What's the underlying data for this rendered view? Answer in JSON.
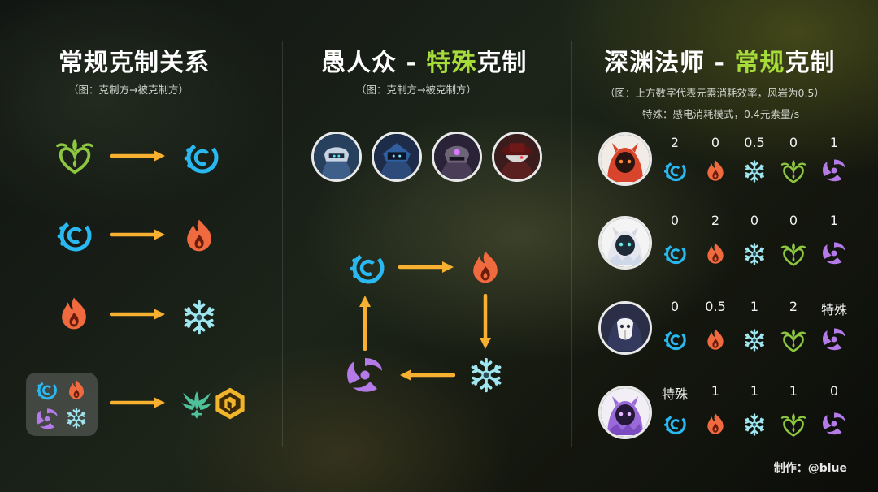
{
  "colors": {
    "accent_green": "#a6dc3a",
    "hydro": "#29b8f0",
    "pyro": "#f06a40",
    "cryo": "#9fe6f0",
    "dendro": "#8dc63f",
    "electro": "#b47be8",
    "anemo": "#4fc19a",
    "geo": "#f0b52a",
    "arrow": "#f8b031"
  },
  "left": {
    "title": "常规克制关系",
    "subtitle": "（图：克制方→被克制方）",
    "rows": [
      {
        "from": [
          "dendro-icon"
        ],
        "to": [
          "hydro-icon"
        ]
      },
      {
        "from": [
          "hydro-icon"
        ],
        "to": [
          "pyro-icon"
        ]
      },
      {
        "from": [
          "pyro-icon"
        ],
        "to": [
          "cryo-icon"
        ]
      },
      {
        "from": [
          "hydro-icon",
          "pyro-icon",
          "electro-icon",
          "cryo-icon"
        ],
        "to": [
          "anemo-icon",
          "geo-icon"
        ]
      }
    ]
  },
  "middle": {
    "title_prefix": "愚人众 - ",
    "title_highlight": "特殊",
    "title_suffix": "克制",
    "subtitle": "（图：克制方→被克制方）",
    "portraits": [
      "hydro-agent-portrait",
      "cryo-agent-portrait",
      "electro-agent-portrait",
      "pyro-agent-portrait"
    ],
    "cycle": [
      "hydro-icon",
      "pyro-icon",
      "cryo-icon",
      "electro-icon"
    ]
  },
  "right": {
    "title_prefix": "深渊法师 - ",
    "title_highlight": "常规",
    "title_suffix": "克制",
    "subtitle_1": "（图：上方数字代表元素消耗效率，风岩为0.5）",
    "subtitle_2": "特殊：感电消耗模式，0.4元素量/s",
    "element_order": [
      "hydro-icon",
      "pyro-icon",
      "cryo-icon",
      "dendro-icon",
      "electro-icon"
    ],
    "mages": [
      {
        "name": "pyro-abyss-mage",
        "values": [
          "2",
          "0",
          "0.5",
          "0",
          "1"
        ]
      },
      {
        "name": "cryo-abyss-mage",
        "values": [
          "0",
          "2",
          "0",
          "0",
          "1"
        ]
      },
      {
        "name": "hydro-abyss-mage",
        "values": [
          "0",
          "0.5",
          "1",
          "2",
          "特殊"
        ]
      },
      {
        "name": "electro-abyss-mage",
        "values": [
          "特殊",
          "1",
          "1",
          "1",
          "0"
        ]
      }
    ]
  },
  "credit": "制作：@blue"
}
